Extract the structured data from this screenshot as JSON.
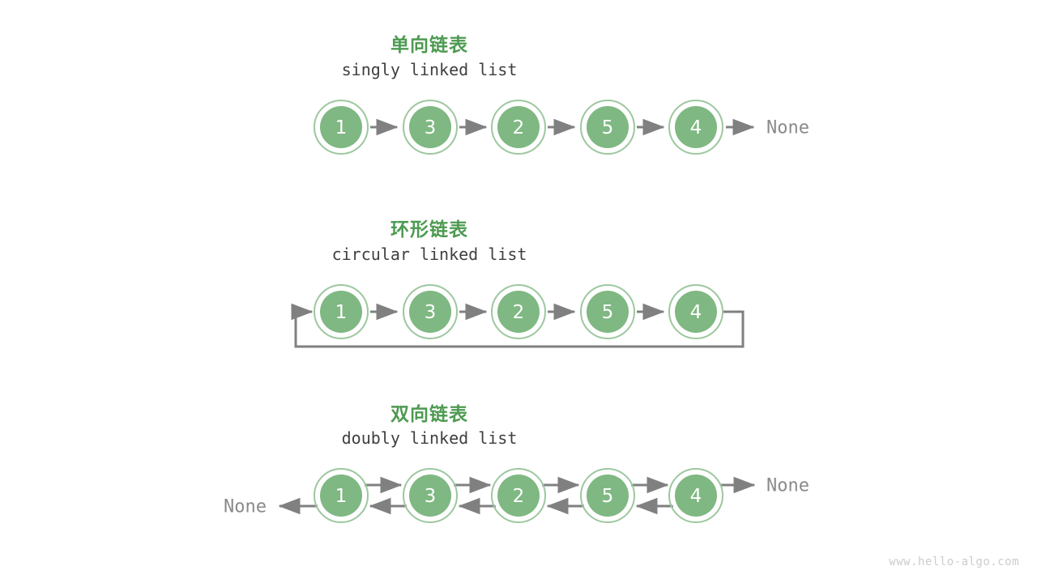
{
  "page": {
    "background_color": "#ffffff",
    "watermark": "www.hello-algo.com"
  },
  "theme": {
    "node_fill": "#7fb882",
    "node_ring_outer": "#9dc79f",
    "node_ring_inner": "#ffffff",
    "node_label_color": "#ffffff",
    "arrow_color": "#808080",
    "title_color": "#4d9a51",
    "subtitle_color": "#3f3f3f",
    "none_color": "#8a8a8a",
    "watermark_color": "#cccccc"
  },
  "sections": [
    {
      "id": "singly",
      "title": "单向链表",
      "subtitle": "singly linked list",
      "nodes": [
        "1",
        "3",
        "2",
        "5",
        "4"
      ],
      "tail_label": "None",
      "head_label": "",
      "direction": "forward"
    },
    {
      "id": "circular",
      "title": "环形链表",
      "subtitle": "circular linked list",
      "nodes": [
        "1",
        "3",
        "2",
        "5",
        "4"
      ],
      "tail_label": "",
      "head_label": "",
      "direction": "circular"
    },
    {
      "id": "doubly",
      "title": "双向链表",
      "subtitle": "doubly linked list",
      "nodes": [
        "1",
        "3",
        "2",
        "5",
        "4"
      ],
      "tail_label": "None",
      "head_label": "None",
      "direction": "bidirectional"
    }
  ]
}
